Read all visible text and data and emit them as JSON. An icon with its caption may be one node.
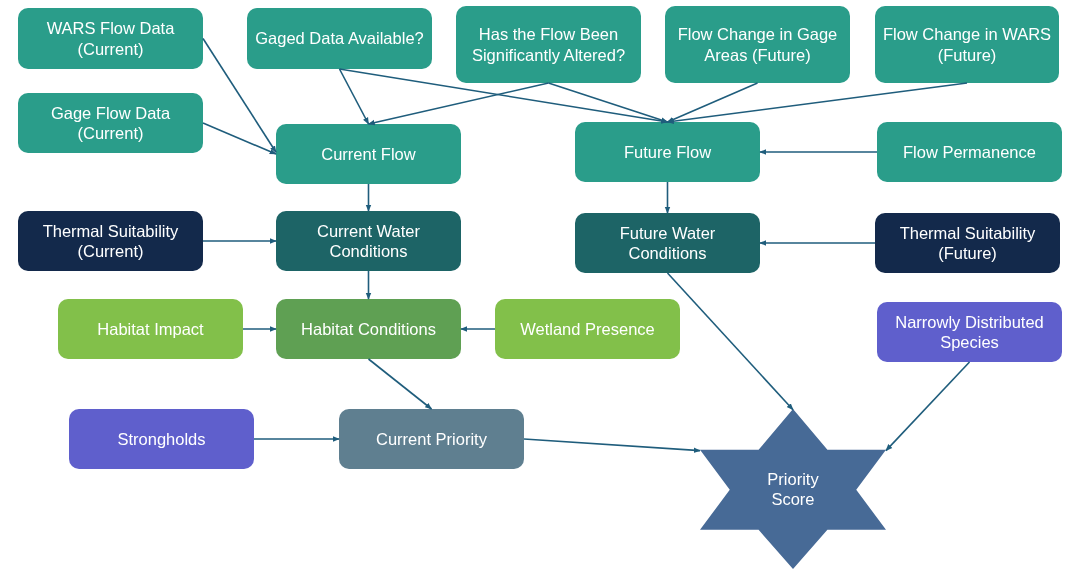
{
  "diagram": {
    "nodes": [
      {
        "text": [
          "WARS Flow Data (Current)"
        ]
      },
      {
        "text": [
          "Gaged Data Available?"
        ]
      },
      {
        "text": [
          "Has the Flow Been Significantly Altered?"
        ]
      },
      {
        "text": [
          "Flow Change in Gage Areas (Future)"
        ]
      },
      {
        "text": [
          "Flow Change in WARS (Future)"
        ]
      },
      {
        "text": [
          "Gage Flow Data (Current)"
        ]
      },
      {
        "text": [
          "Current Flow"
        ]
      },
      {
        "text": [
          "Future Flow"
        ]
      },
      {
        "text": [
          "Flow Permanence"
        ]
      },
      {
        "text": [
          "Thermal Suitability (Current)"
        ]
      },
      {
        "text": [
          "Current Water Conditions"
        ]
      },
      {
        "text": [
          "Future Water Conditions"
        ]
      },
      {
        "text": [
          "Thermal Suitability (Future)"
        ]
      },
      {
        "text": [
          "Habitat Impact"
        ]
      },
      {
        "text": [
          "Habitat Conditions"
        ]
      },
      {
        "text": [
          "Wetland Presence"
        ]
      },
      {
        "text": [
          "Narrowly Distributed Species"
        ]
      },
      {
        "text": [
          "Strongholds"
        ]
      },
      {
        "text": [
          "Current Priority"
        ]
      },
      {
        "text": [
          "Priority Score"
        ]
      }
    ],
    "edges": [
      {
        "from": 0,
        "to": 6,
        "arrow": "to"
      },
      {
        "from": 5,
        "to": 6,
        "arrow": "to"
      },
      {
        "from": 1,
        "to": 6,
        "arrow": "to"
      },
      {
        "from": 1,
        "to": 7,
        "arrow": "to"
      },
      {
        "from": 2,
        "to": 6,
        "arrow": "to"
      },
      {
        "from": 2,
        "to": 7,
        "arrow": "to"
      },
      {
        "from": 3,
        "to": 7,
        "arrow": "to"
      },
      {
        "from": 4,
        "to": 7,
        "arrow": "to"
      },
      {
        "from": 8,
        "to": 7,
        "arrow": "to"
      },
      {
        "from": 6,
        "to": 10,
        "arrow": "to"
      },
      {
        "from": 9,
        "to": 10,
        "arrow": "to"
      },
      {
        "from": 7,
        "to": 11,
        "arrow": "to"
      },
      {
        "from": 12,
        "to": 11,
        "arrow": "to"
      },
      {
        "from": 10,
        "to": 14,
        "arrow": "to"
      },
      {
        "from": 13,
        "to": 14,
        "arrow": "to"
      },
      {
        "from": 15,
        "to": 14,
        "arrow": "to"
      },
      {
        "from": 14,
        "to": 18,
        "arrow": "to"
      },
      {
        "from": 17,
        "to": 18,
        "arrow": "to"
      },
      {
        "from": 18,
        "to": 19,
        "arrow": "to"
      },
      {
        "from": 11,
        "to": 19,
        "arrow": "to"
      },
      {
        "from": 16,
        "to": 19,
        "arrow": "to"
      }
    ]
  }
}
